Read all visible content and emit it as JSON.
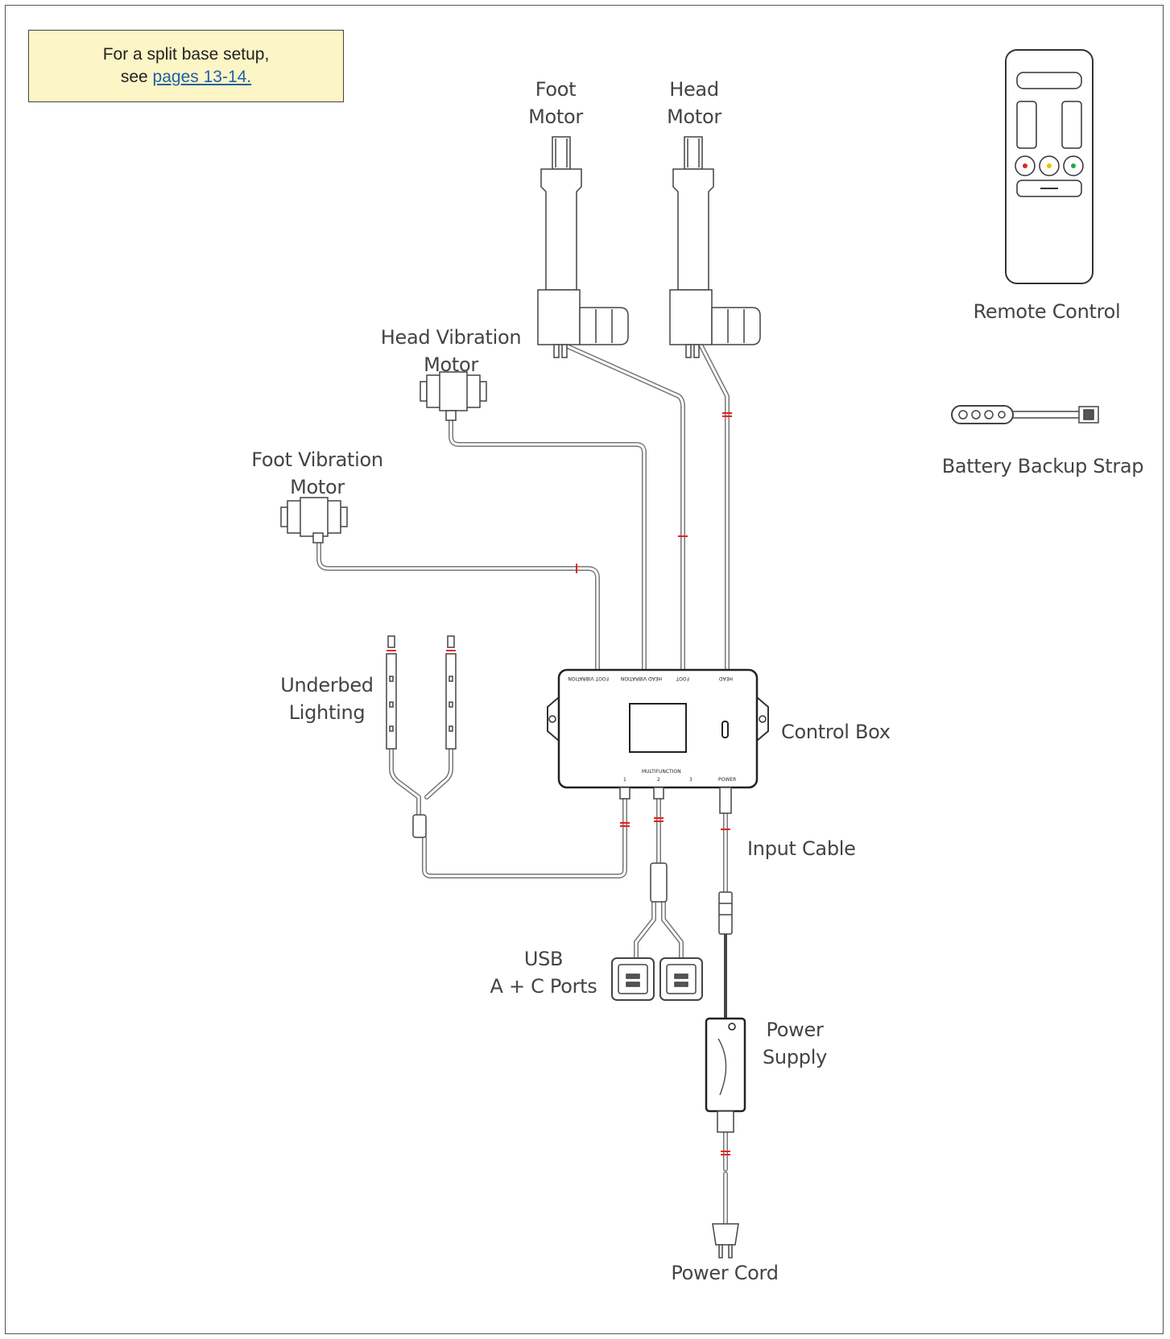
{
  "note": {
    "line1": "For a split base setup,",
    "line2_prefix": "see",
    "link": "pages 13-14."
  },
  "labels": {
    "foot_motor_1": "Foot",
    "foot_motor_2": "Motor",
    "head_motor_1": "Head",
    "head_motor_2": "Motor",
    "remote": "Remote Control",
    "battery": "Battery Backup Strap",
    "head_vib_1": "Head Vibration",
    "head_vib_2": "Motor",
    "foot_vib_1": "Foot Vibration",
    "foot_vib_2": "Motor",
    "underbed_1": "Underbed",
    "underbed_2": "Lighting",
    "control_box": "Control Box",
    "input_cable": "Input Cable",
    "usb_1": "USB",
    "usb_2": "A + C Ports",
    "power_supply_1": "Power",
    "power_supply_2": "Supply",
    "power_cord": "Power Cord"
  },
  "box_ports": {
    "top": [
      "FOOT VIBRATION",
      "HEAD VIBRATION",
      "FOOT",
      "HEAD"
    ],
    "multifunction": "MULTIFUNCTION",
    "bottom": [
      "1",
      "2",
      "3"
    ],
    "power": "POWER"
  },
  "colors": {
    "accent_red": "#e32222",
    "link": "#1f5fa6",
    "note_bg": "#fcf5c6"
  }
}
